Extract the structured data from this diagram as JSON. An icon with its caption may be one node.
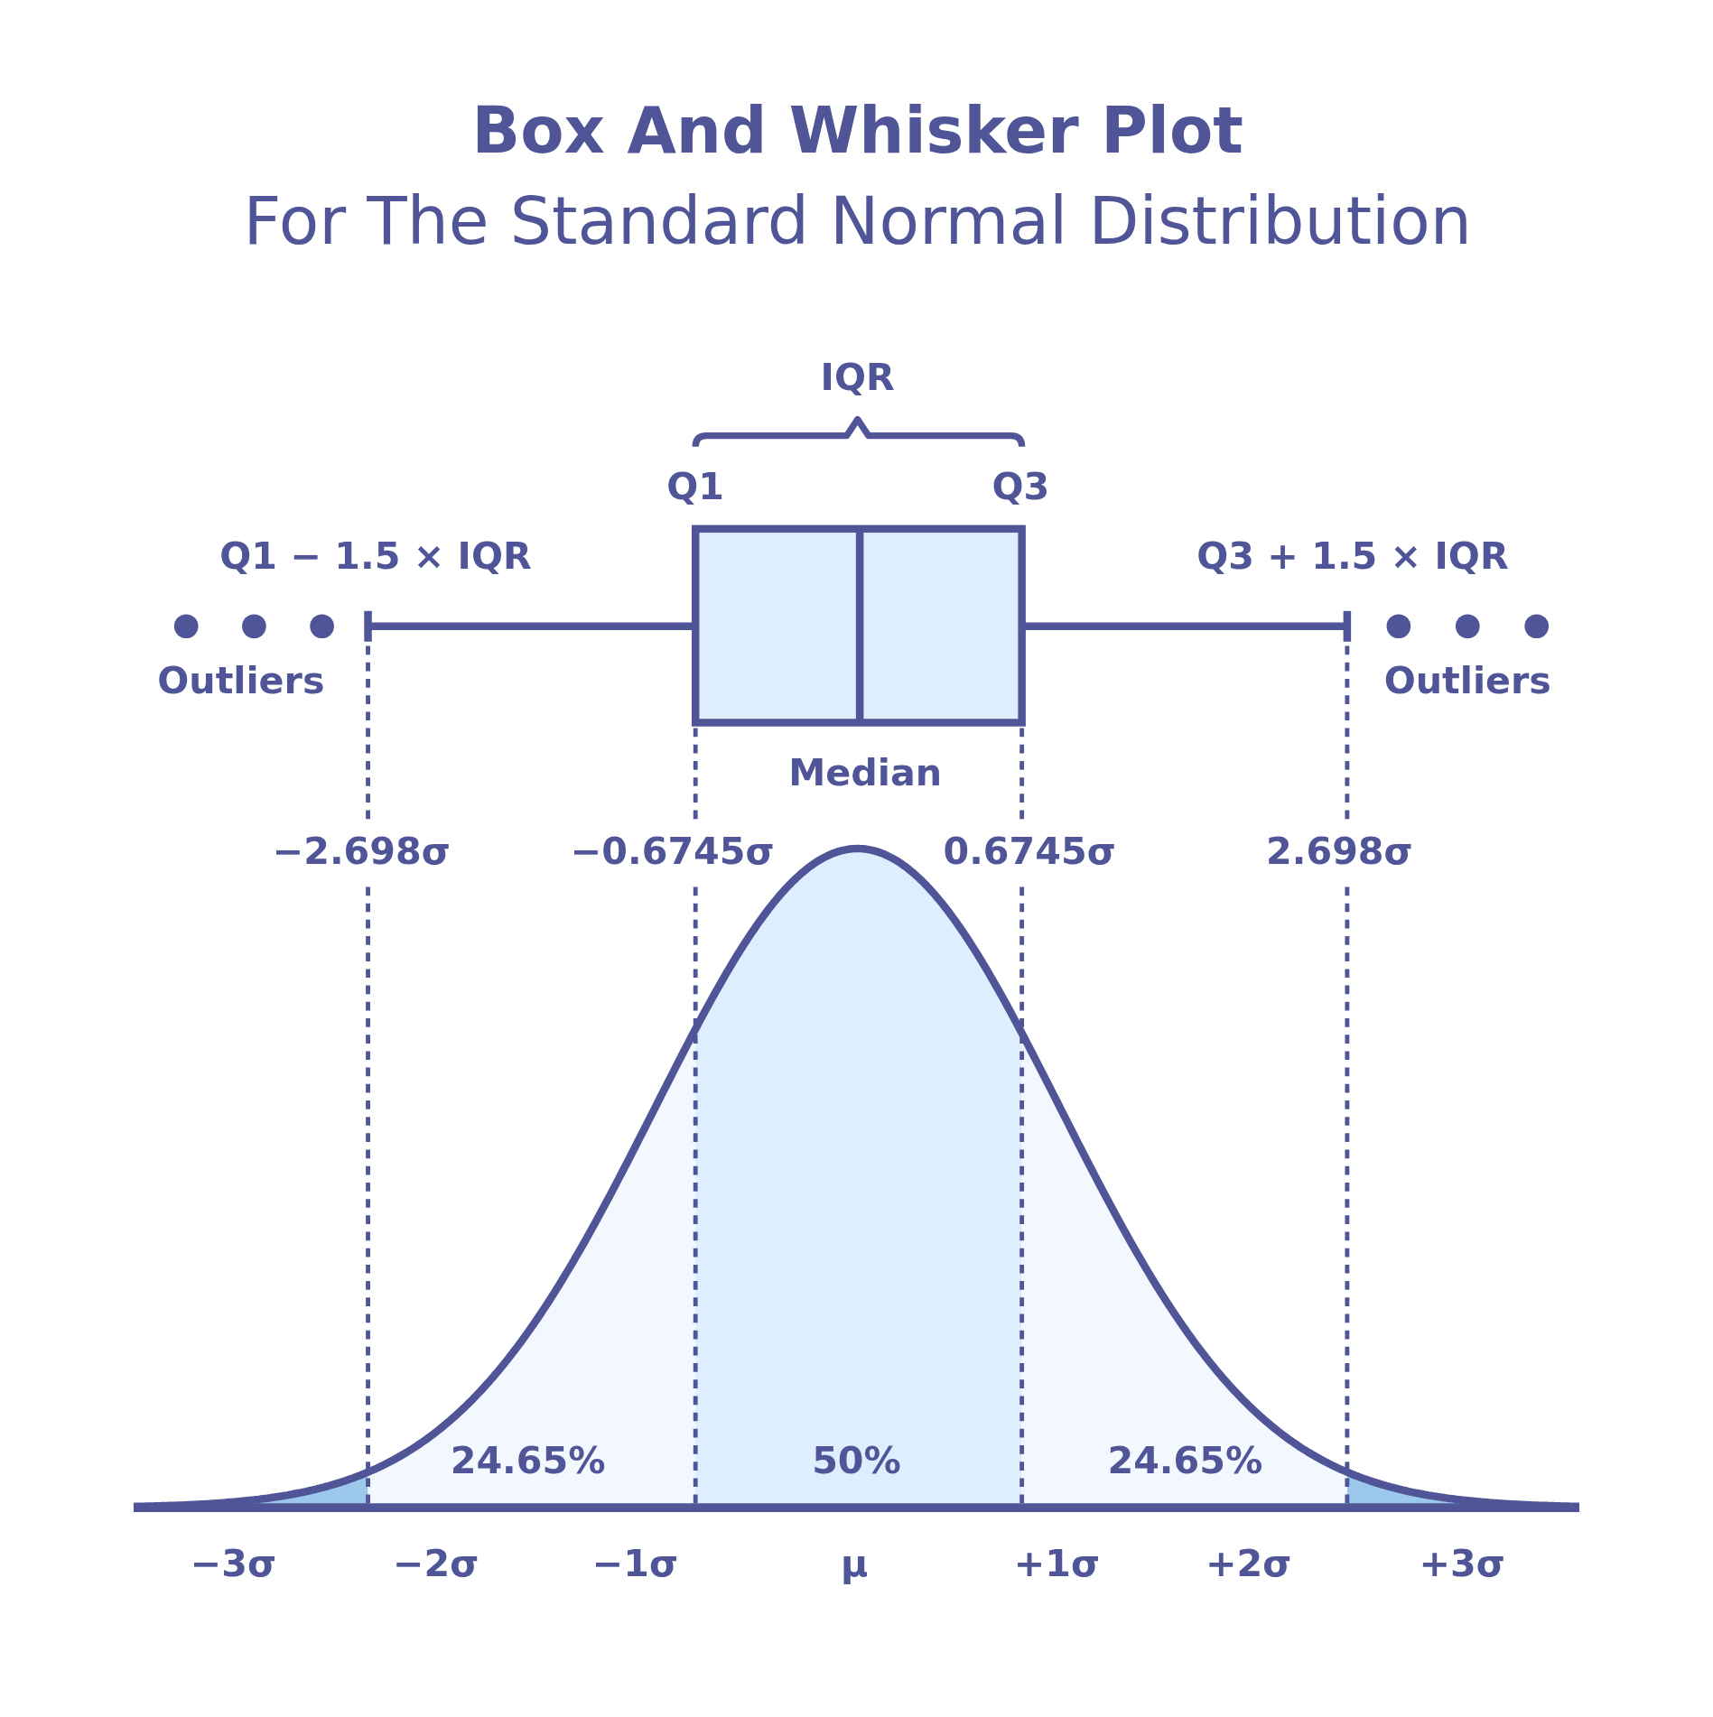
{
  "diagram": {
    "title": "Box And Whisker Plot",
    "labels": [
      "For The Standard Normal Distribution",
      "IQR",
      "Q1",
      "Q3",
      "Q1 − 1.5 × IQR",
      "Q3 + 1.5 × IQR",
      "Outliers",
      "Outliers",
      "Median",
      "−2.698σ",
      "−0.6745σ",
      "0.6745σ",
      "2.698σ",
      "24.65%",
      "50%",
      "24.65%",
      "−3σ",
      "−2σ",
      "−1σ",
      "μ",
      "+1σ",
      "+2σ",
      "+3σ"
    ]
  }
}
